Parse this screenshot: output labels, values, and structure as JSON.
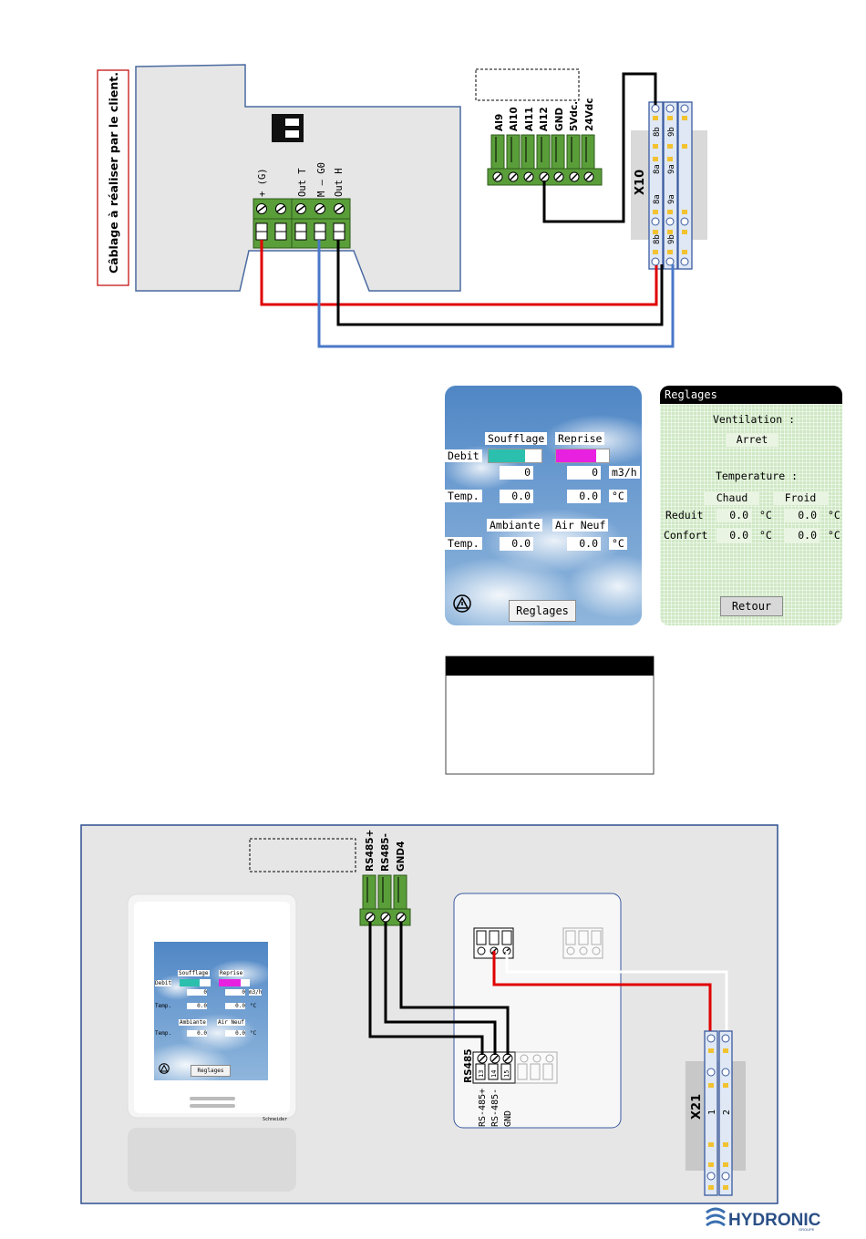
{
  "wiring_top": {
    "note": "Câblage à réaliser par le client.",
    "controller_terminals": [
      "+ (G)",
      "Out T",
      "M – G0",
      "Out H"
    ],
    "analog_terminals": [
      "AI9",
      "AI10",
      "AI11",
      "AI12",
      "GND",
      "5Vdc.",
      "24Vdc"
    ],
    "x10_label": "X10",
    "x10_pins": [
      "8b",
      "8a",
      "8a",
      "8b",
      "9b",
      "9a",
      "9a",
      "9b"
    ]
  },
  "screen_main": {
    "soufflage": "Soufflage",
    "reprise": "Reprise",
    "debit": "Debit",
    "debit_souff": "0",
    "debit_rep": "0",
    "unit_flow": "m3/h",
    "temp": "Temp.",
    "temp_souff": "0.0",
    "temp_rep": "0.0",
    "unit_temp": "°C",
    "ambiante": "Ambiante",
    "air_neuf": "Air Neuf",
    "temp2": "Temp.",
    "temp_amb": "0.0",
    "temp_air": "0.0",
    "unit_temp2": "°C",
    "button": "Reglages",
    "colors": {
      "soufflage_bar": "#2bbfae",
      "reprise_bar": "#e820e0"
    }
  },
  "screen_settings": {
    "title": "Reglages",
    "ventilation": "Ventilation :",
    "ventilation_value": "Arret",
    "temperature": "Temperature :",
    "chaud": "Chaud",
    "froid": "Froid",
    "reduit": "Reduit",
    "confort": "Confort",
    "reduit_chaud": "0.0",
    "reduit_froid": "0.0",
    "confort_chaud": "0.0",
    "confort_froid": "0.0",
    "unit": "°C",
    "button": "Retour"
  },
  "wiring_bottom": {
    "bus_terminals": [
      "RS485+",
      "RS485-",
      "GND4"
    ],
    "rs485_label": "RS485",
    "rs485_pins": [
      "13",
      "14",
      "15"
    ],
    "rs485_signals": [
      "RS-485+",
      "RS-485-",
      "GND"
    ],
    "x21_label": "X21",
    "x21_pins": [
      "1",
      "2"
    ],
    "device_brand": "Schneider",
    "small_screen": {
      "soufflage": "Soufflage",
      "reprise": "Reprise",
      "debit": "Debit",
      "v1": "0",
      "v2": "0",
      "unit_flow": "m3/h",
      "temp": "Temp.",
      "t1": "0.0",
      "t2": "0.0",
      "unit": "°C",
      "ambiante": "Ambiante",
      "air_neuf": "Air Neuf",
      "temp2": "Temp.",
      "t3": "0.0",
      "t4": "0.0",
      "button": "Reglages"
    }
  },
  "logo": {
    "name": "HYDRONIC",
    "tagline": "GROUPE"
  }
}
